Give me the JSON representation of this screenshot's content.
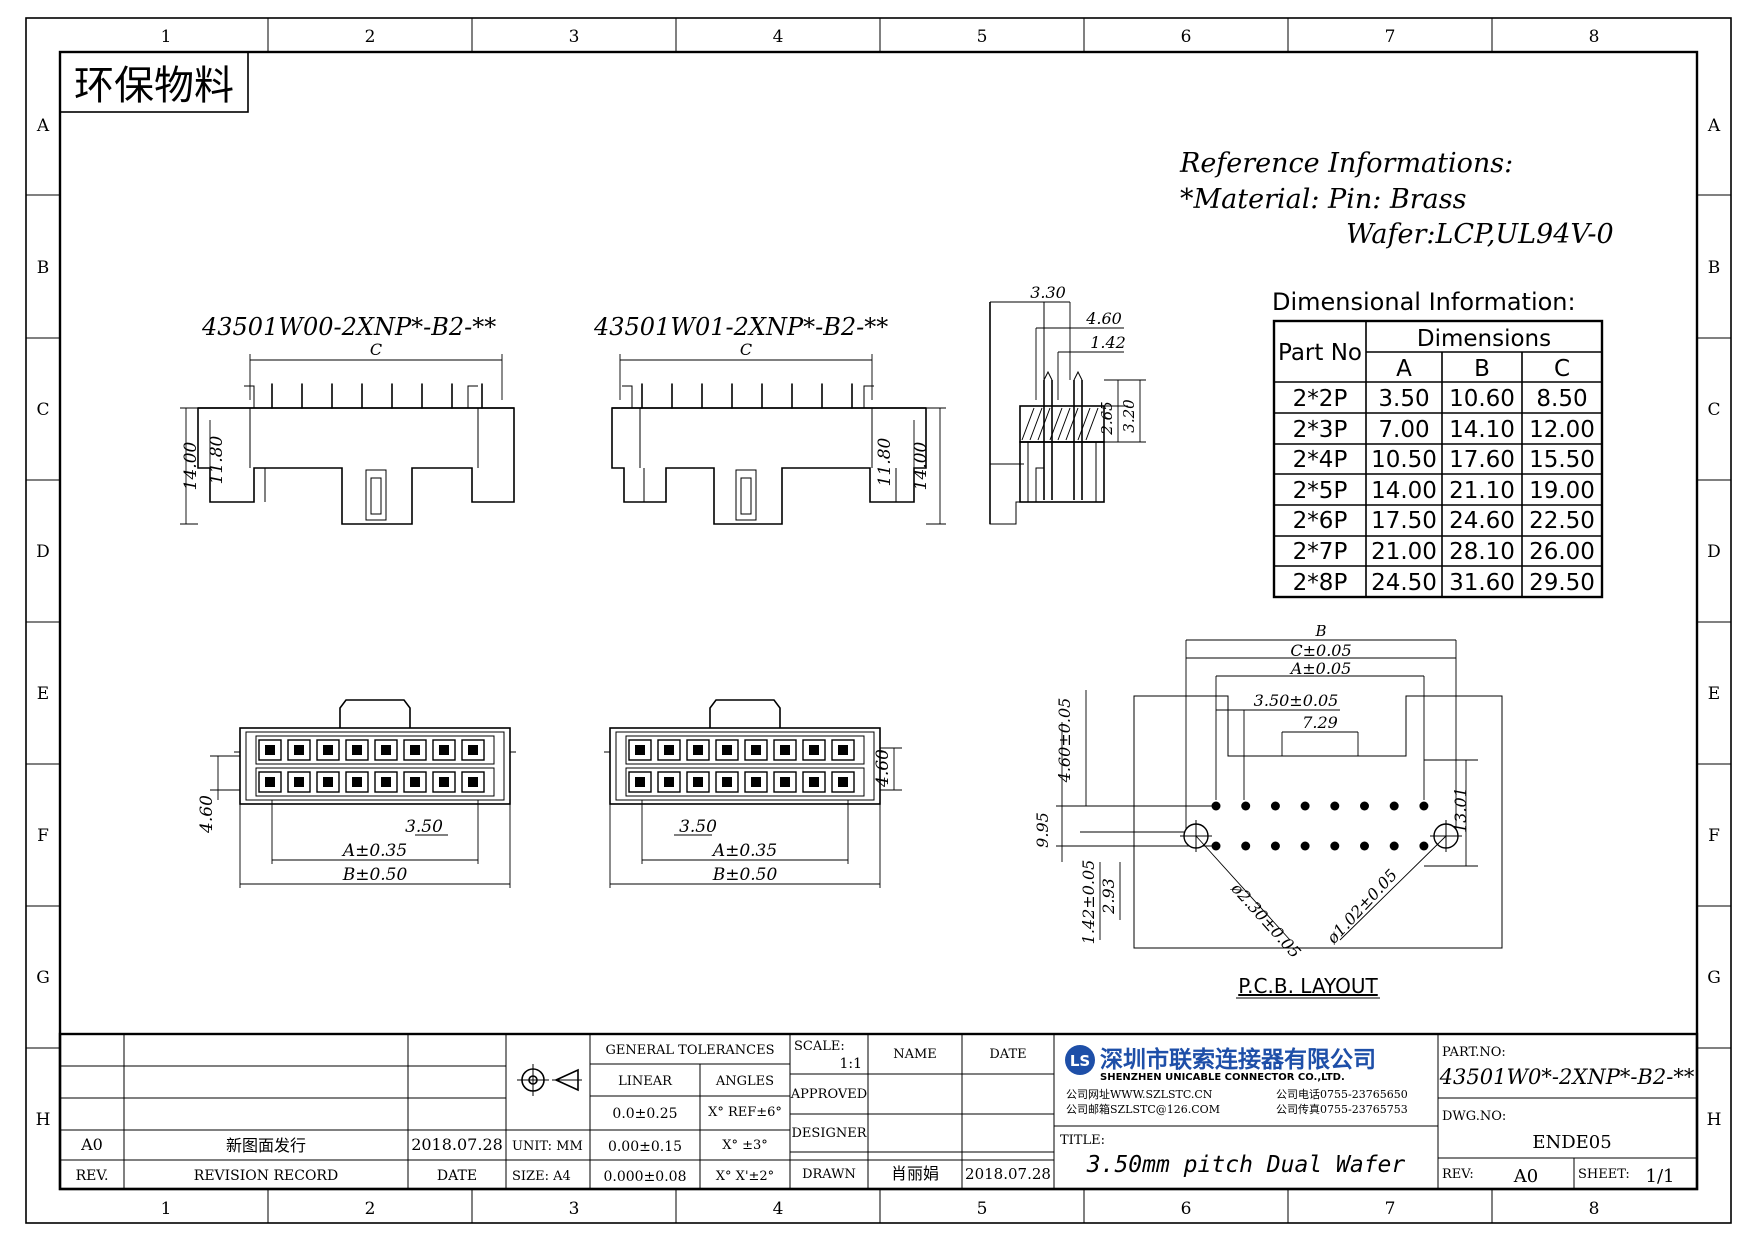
{
  "border": {
    "columns": [
      "1",
      "2",
      "3",
      "4",
      "5",
      "6",
      "7",
      "8"
    ],
    "rows": [
      "A",
      "B",
      "C",
      "D",
      "E",
      "F",
      "G",
      "H"
    ]
  },
  "eco_stamp": "环保物料",
  "reference": {
    "heading": "Reference Informations:",
    "material_line": "*Material: Pin: Brass",
    "wafer_line": "Wafer:LCP,UL94V-0"
  },
  "dimensional": {
    "heading": "Dimensional Information:",
    "part_no_header": "Part No",
    "dimensions_header": "Dimensions",
    "columns": [
      "A",
      "B",
      "C"
    ],
    "rows": [
      {
        "part": "2*2P",
        "a": "3.50",
        "b": "10.60",
        "c": "8.50"
      },
      {
        "part": "2*3P",
        "a": "7.00",
        "b": "14.10",
        "c": "12.00"
      },
      {
        "part": "2*4P",
        "a": "10.50",
        "b": "17.60",
        "c": "15.50"
      },
      {
        "part": "2*5P",
        "a": "14.00",
        "b": "21.10",
        "c": "19.00"
      },
      {
        "part": "2*6P",
        "a": "17.50",
        "b": "24.60",
        "c": "22.50"
      },
      {
        "part": "2*7P",
        "a": "21.00",
        "b": "28.10",
        "c": "26.00"
      },
      {
        "part": "2*8P",
        "a": "24.50",
        "b": "31.60",
        "c": "29.50"
      }
    ]
  },
  "views": {
    "part_w00": "43501W00-2XNP*-B2-**",
    "part_w01": "43501W01-2XNP*-B2-**",
    "dim_c": "C",
    "dim_1400": "14.00",
    "dim_1180": "11.80",
    "dim_460": "4.60",
    "dim_350": "3.50",
    "dim_a035": "A±0.35",
    "dim_b050": "B±0.50"
  },
  "side_view": {
    "d330": "3.30",
    "d460": "4.60",
    "d142": "1.42",
    "d265": "2.65",
    "d320": "3.20"
  },
  "pcb": {
    "b": "B",
    "c005": "C±0.05",
    "a005": "A±0.05",
    "p350": "3.50±0.05",
    "d729": "7.29",
    "d460": "4.60±0.05",
    "d995": "9.95",
    "d1301": "13.01",
    "d142": "1.42±0.05",
    "d293": "2.93",
    "hole_big": "ø2.30±0.05",
    "hole_small": "ø1.02±0.05",
    "caption": "P.C.B. LAYOUT"
  },
  "title_block": {
    "general_tolerances": "GENERAL TOLERANCES",
    "linear": "LINEAR",
    "angles": "ANGLES",
    "lin1": "0.0±0.25",
    "lin2": "0.00±0.15",
    "lin3": "0.000±0.08",
    "ang1": "X° REF±6°",
    "ang2": "X° ±3°",
    "ang3": "X° X'±2°",
    "unit": "UNIT: MM",
    "size": "SIZE: A4",
    "scale_label": "SCALE:",
    "scale_value": "1:1",
    "name": "NAME",
    "date": "DATE",
    "approved": "APPROVED",
    "designer": "DESIGNER",
    "drawn": "DRAWN",
    "drawn_name": "肖丽娟",
    "drawn_date": "2018.07.28",
    "rev_a0": "A0",
    "rev_record_text": "新图面发行",
    "rev_date": "2018.07.28",
    "rev_header": "REV.",
    "rev_record_header": "REVISION RECORD",
    "date_header": "DATE",
    "company_cn": "深圳市联索连接器有限公司",
    "company_en": "SHENZHEN UNICABLE CONNECTOR CO.,LTD.",
    "web": "公司网址WWW.SZLSTC.CN",
    "tel": "公司电话0755-23765650",
    "email": "公司邮箱SZLSTC@126.COM",
    "fax": "公司传真0755-23765753",
    "logo_mark": "LS",
    "title_label": "TITLE:",
    "title_value": "3.50mm pitch Dual Wafer",
    "part_no_label": "PART.NO:",
    "part_no_value": "43501W0*-2XNP*-B2-**",
    "dwg_no_label": "DWG.NO:",
    "dwg_no_value": "ENDE05",
    "rev_label": "REV:",
    "rev_value": "A0",
    "sheet_label": "SHEET:",
    "sheet_value": "1/1"
  }
}
